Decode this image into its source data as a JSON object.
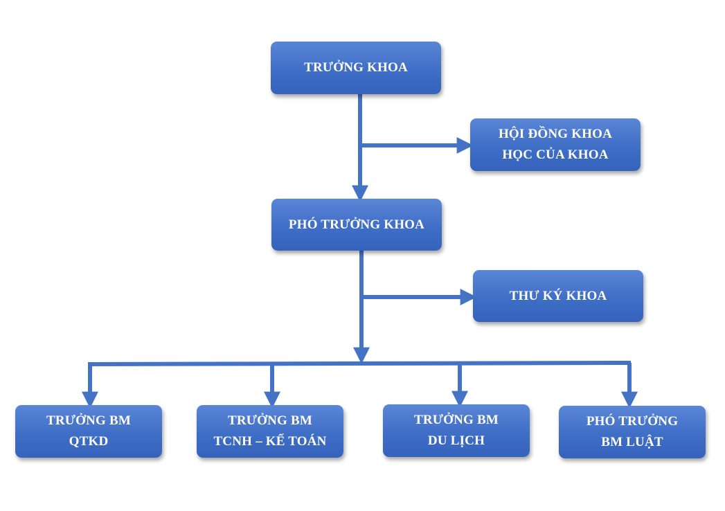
{
  "diagram": {
    "colors": {
      "box_fill": "#4472c4",
      "box_text": "#ffffff",
      "connector": "#4472c4",
      "background": "#ffffff"
    },
    "nodes": {
      "truong_khoa": {
        "lines": [
          "TRƯỞNG KHOA"
        ]
      },
      "hoi_dong_khoa_hoc": {
        "lines": [
          "HỘI ĐỒNG KHOA",
          "HỌC CỦA KHOA"
        ]
      },
      "pho_truong_khoa": {
        "lines": [
          "PHÓ TRƯỞNG KHOA"
        ]
      },
      "thu_ky_khoa": {
        "lines": [
          "THƯ KÝ KHOA"
        ]
      },
      "truong_bm_qtkd": {
        "lines": [
          "TRƯỞNG BM",
          "QTKD"
        ]
      },
      "truong_bm_tcnh": {
        "lines": [
          "TRƯỞNG BM",
          "TCNH – KẾ TOÁN"
        ]
      },
      "truong_bm_dulich": {
        "lines": [
          "TRƯỞNG BM",
          "DU LỊCH"
        ]
      },
      "pho_truong_bm_luat": {
        "lines": [
          "PHÓ TRƯỞNG",
          "BM LUẬT"
        ]
      }
    },
    "edges": [
      {
        "from": "truong_khoa",
        "to": "hoi_dong_khoa_hoc"
      },
      {
        "from": "truong_khoa",
        "to": "pho_truong_khoa"
      },
      {
        "from": "pho_truong_khoa",
        "to": "thu_ky_khoa"
      },
      {
        "from": "pho_truong_khoa",
        "to": "truong_bm_qtkd"
      },
      {
        "from": "pho_truong_khoa",
        "to": "truong_bm_tcnh"
      },
      {
        "from": "pho_truong_khoa",
        "to": "truong_bm_dulich"
      },
      {
        "from": "pho_truong_khoa",
        "to": "pho_truong_bm_luat"
      }
    ]
  }
}
